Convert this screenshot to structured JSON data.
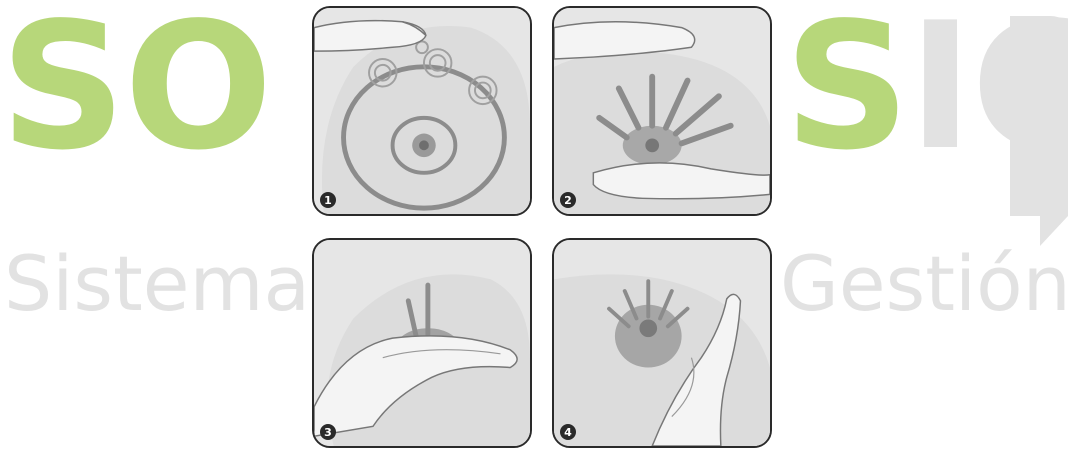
{
  "logo": {
    "left_letters": "SO",
    "right_letters_accent": "S",
    "right_letters_rest": "IG",
    "subtitle_left": "Sistema",
    "subtitle_right": "Gestión",
    "colors": {
      "accent_green": "#b7d77a",
      "gray": "#e2e2e2"
    }
  },
  "panels": [
    {
      "number": "1"
    },
    {
      "number": "2"
    },
    {
      "number": "3"
    },
    {
      "number": "4"
    }
  ]
}
